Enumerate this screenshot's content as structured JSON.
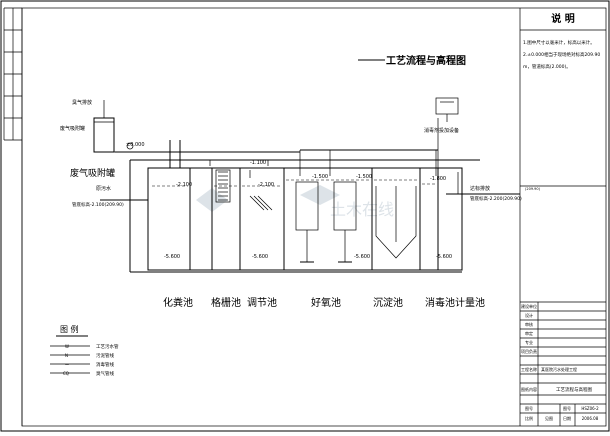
{
  "title": "工艺流程与高程图",
  "notes": {
    "heading": "说  明",
    "line1": "1.图中尺寸以毫米计，标高以米计。",
    "line2": "2.±0.000相当于现场绝对标高209.90",
    "line3": "m，管道标高(2.000)。"
  },
  "legend": {
    "heading": "图 例",
    "items": [
      {
        "code": "W",
        "label": "工艺污水管"
      },
      {
        "code": "N",
        "label": "污泥管线"
      },
      {
        "code": "—",
        "label": "消毒管线"
      },
      {
        "code": "CQ",
        "label": "臭气管线"
      }
    ]
  },
  "labels": {
    "exhaust_pipe": "臭气排放",
    "exhaust_tank_small": "废气吸附罐",
    "exhaust_tank": "废气吸附罐",
    "raw_sewage": "原污水",
    "inlet_elev": "管底标高-2.100(209.90)",
    "disinfect_device": "消毒剂投加设备",
    "outlet_label": "达标排放",
    "outlet_elev": "管底标高-2.200(209.90)",
    "outlet_note": "(209.90)"
  },
  "elevations": [
    "±0.000",
    "-1.100",
    "-2.100",
    "-2.100",
    "-1.500",
    "-1.500",
    "-1.800",
    "-5.600",
    "-5.600",
    "-5.600",
    "-5.600"
  ],
  "pools": [
    "化粪池",
    "格栅池",
    "调节池",
    "好氧池",
    "沉淀池",
    "消毒池",
    "计量池"
  ],
  "watermark": "土木在线",
  "title_block": {
    "rows": [
      "建设单位",
      "设计",
      "审核",
      "审定",
      "专业",
      "项目负责",
      "",
      "工程名称",
      "",
      "图纸内容",
      "图号",
      "比例",
      "日期"
    ],
    "project_name": "某医院污水处理工程",
    "drawing_content": "工艺流程与高程图",
    "drawing_no": "HSZ06-2",
    "scale": "见图",
    "date": "2006.08",
    "label_date": "日期",
    "label_no": "图号"
  }
}
